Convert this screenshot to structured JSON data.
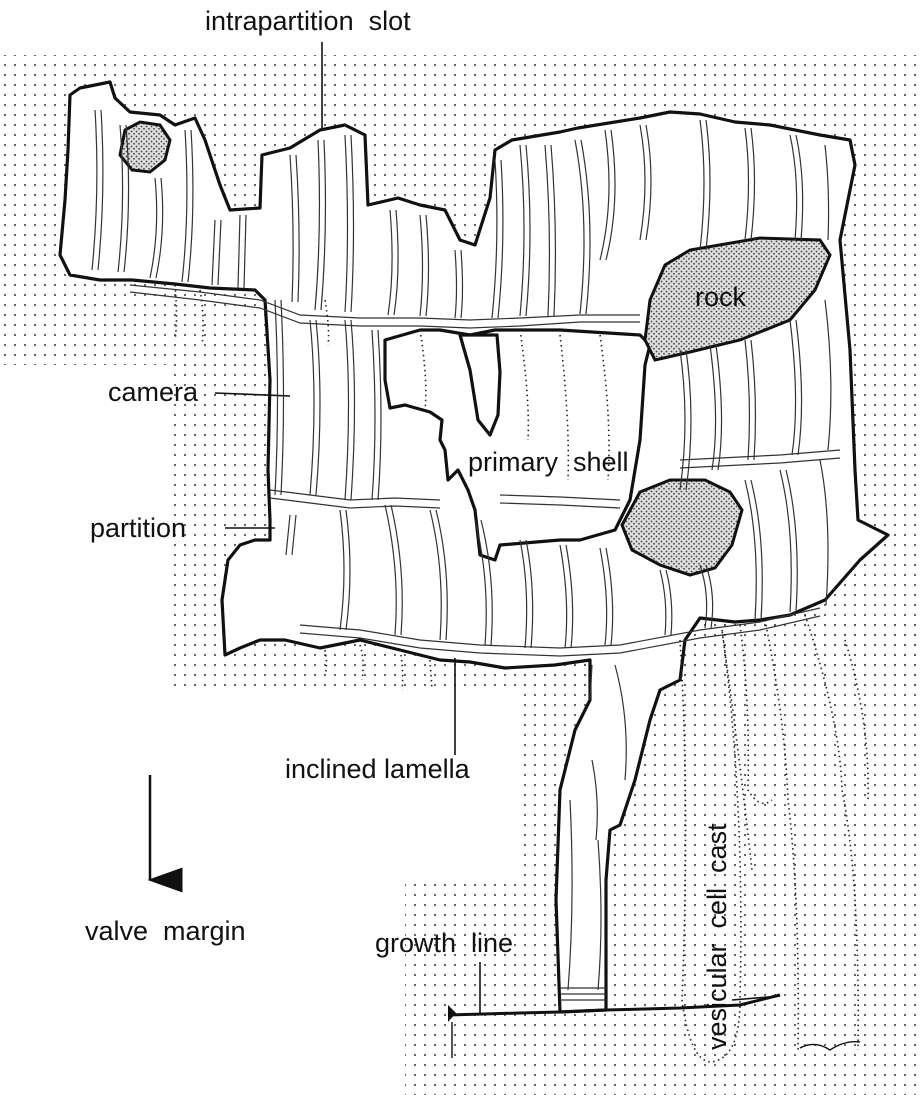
{
  "labels": {
    "intrapartition_slot": "intrapartition  slot",
    "rock": "rock",
    "camera": "camera",
    "primary_shell": "primary  shell",
    "partition": "partition",
    "inclined_lamella": "inclined lamella",
    "valve_margin": "valve  margin",
    "growth_line": "growth  line",
    "vesicular_cell_cast": "vesicular  cell  cast"
  },
  "colors": {
    "line": "#111111",
    "background": "#ffffff",
    "stipple": "#555555"
  }
}
